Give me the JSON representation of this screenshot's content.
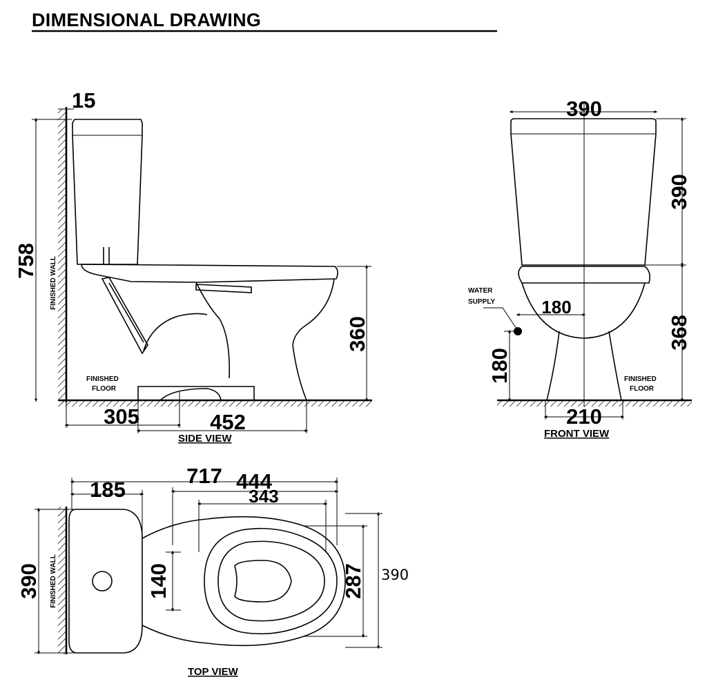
{
  "heading": "DIMENSIONAL DRAWING",
  "side_view": {
    "caption": "SIDE VIEW",
    "dims": {
      "wall_gap": "15",
      "overall_height": "758",
      "seat_height": "360",
      "outlet_distance": "305",
      "base_length": "452"
    },
    "labels": {
      "finished_wall": "FINISHED WALL",
      "finished_floor_line1": "FINISHED",
      "finished_floor_line2": "FLOOR"
    }
  },
  "front_view": {
    "caption": "FRONT VIEW",
    "dims": {
      "width": "390",
      "tank_height": "390",
      "lower_height": "368",
      "supply_offset": "180",
      "supply_height": "180",
      "base_width": "210"
    },
    "labels": {
      "water_supply_line1": "WATER",
      "water_supply_line2": "SUPPLY",
      "finished_floor_line1": "FINISHED",
      "finished_floor_line2": "FLOOR"
    }
  },
  "top_view": {
    "caption": "TOP VIEW",
    "dims": {
      "tank_depth": "185",
      "overall_length": "717",
      "bowl_length": "444",
      "seat_opening": "343",
      "tank_width": "390",
      "fixing_spacing": "140",
      "bowl_width": "287",
      "overall_width": "390"
    },
    "labels": {
      "finished_wall": "FINISHED WALL"
    }
  }
}
